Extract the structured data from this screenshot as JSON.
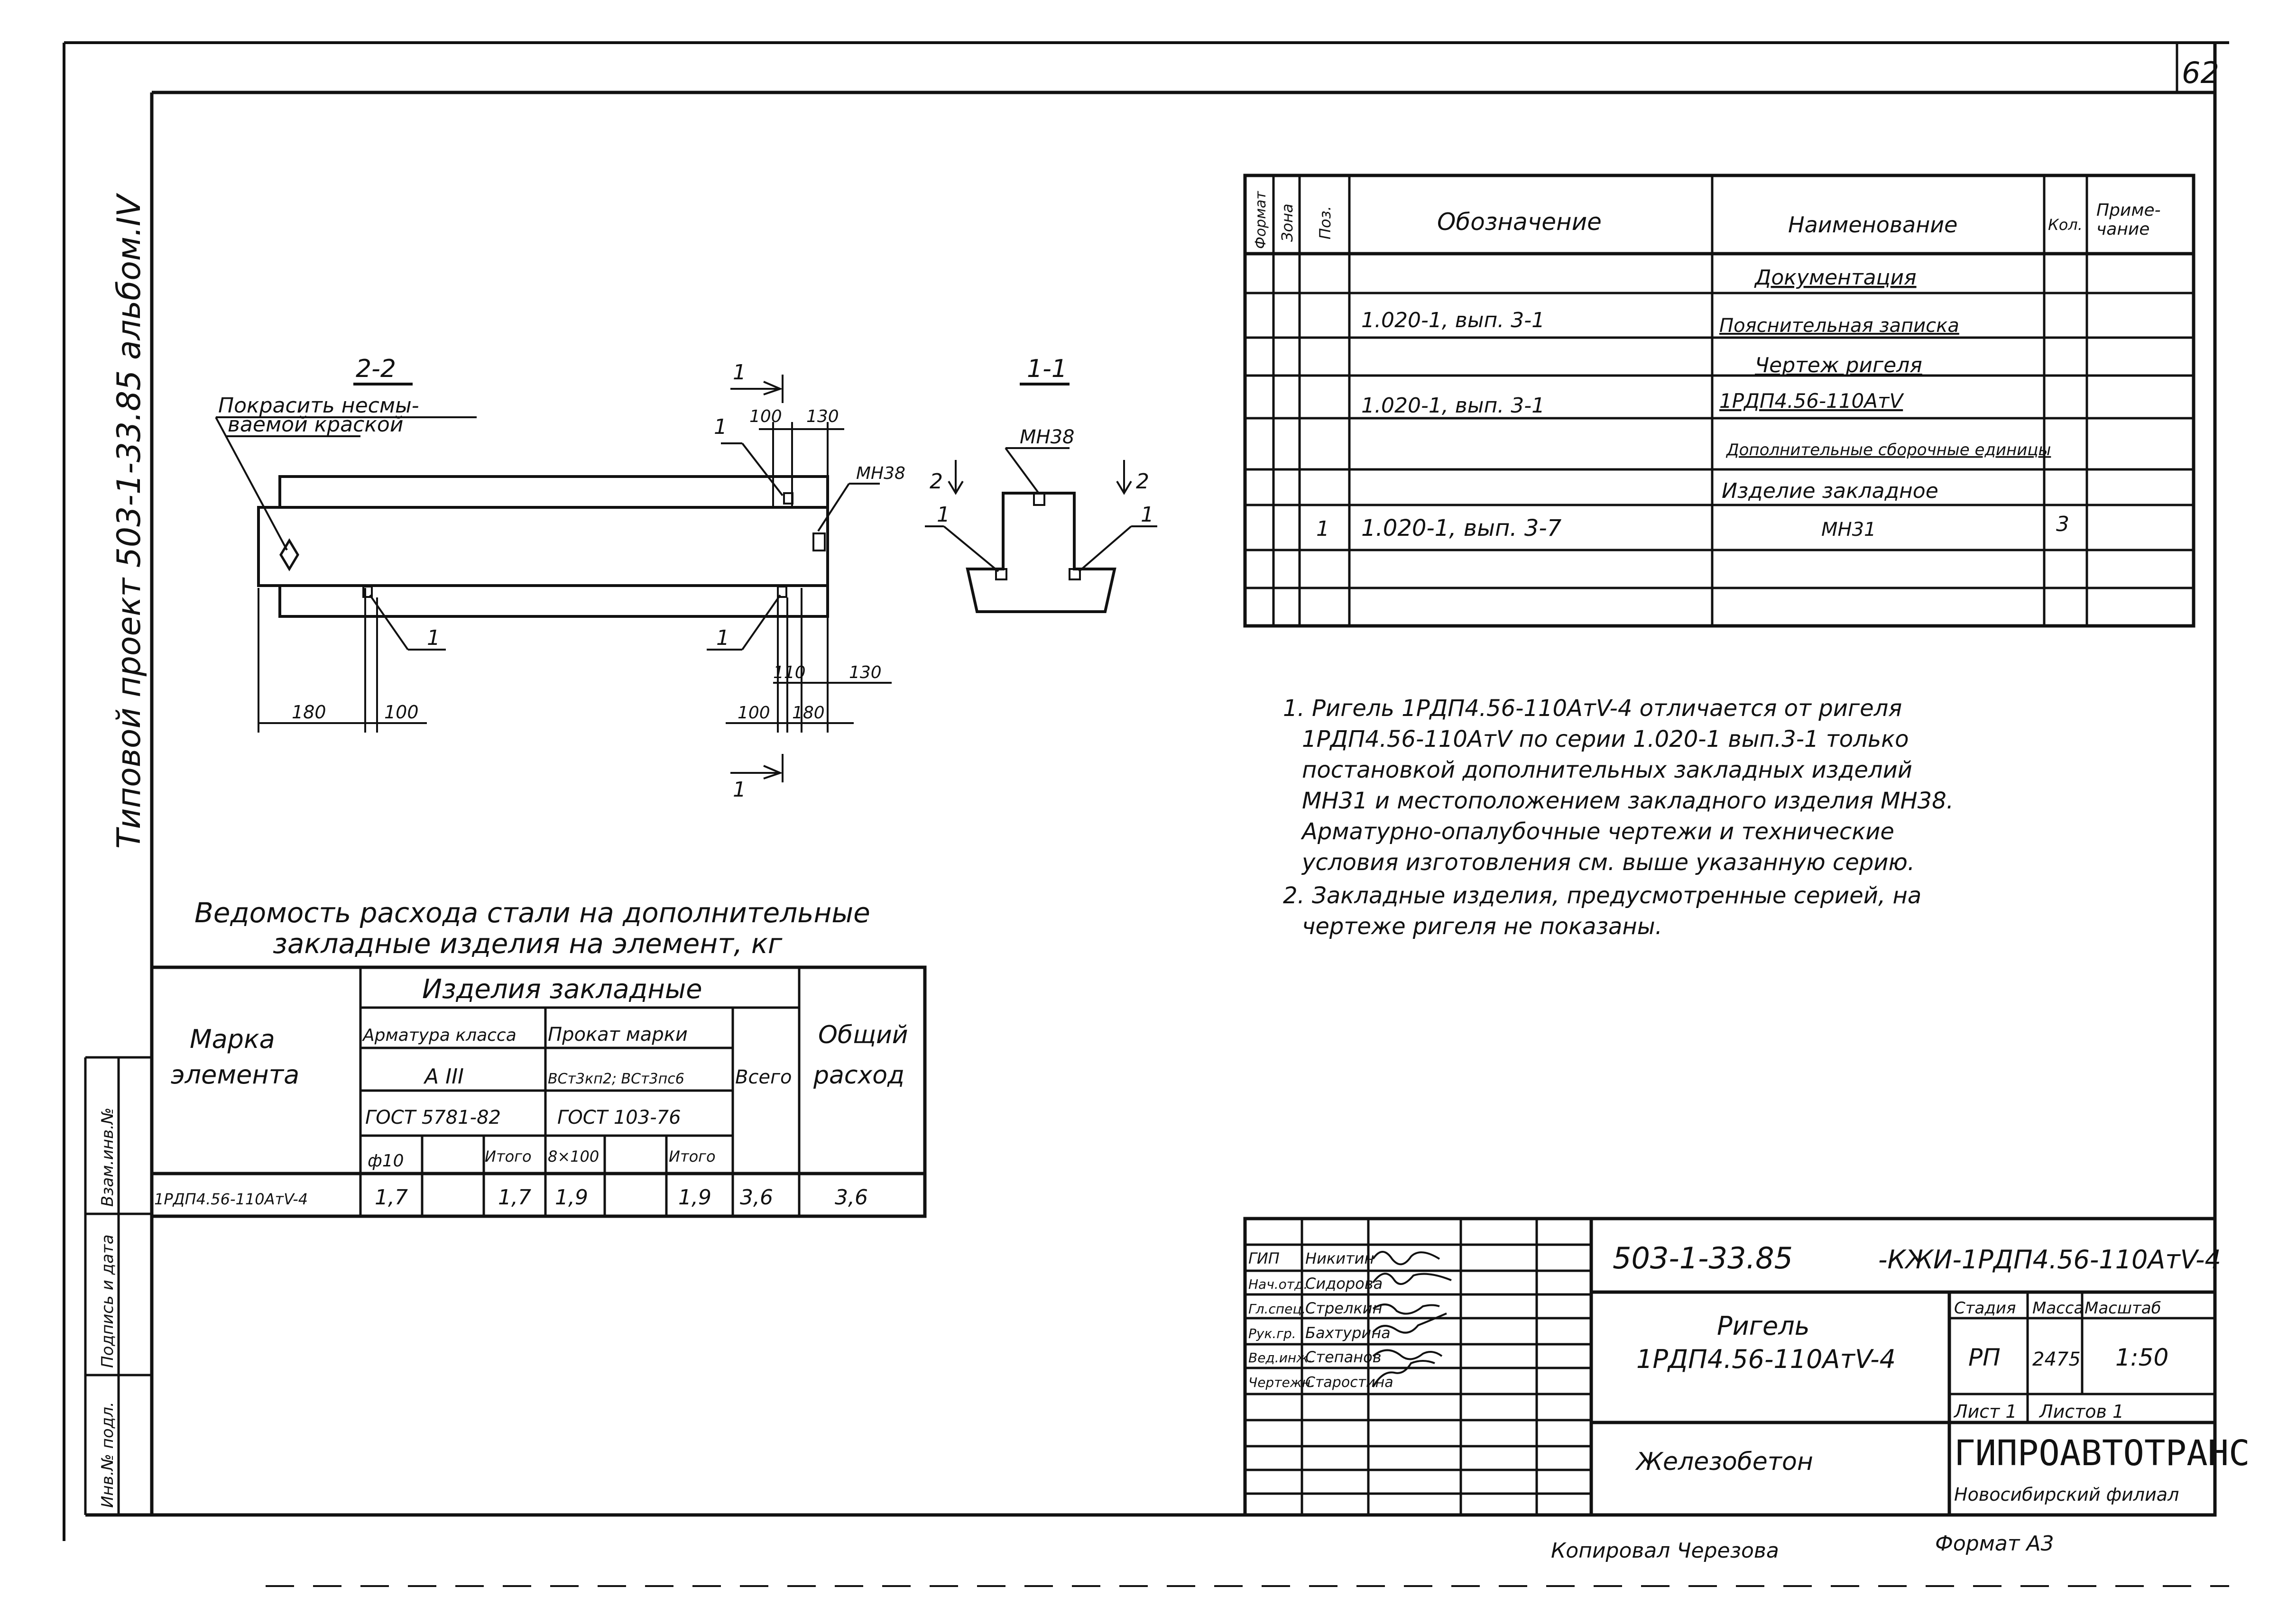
{
  "sheet_number": "62",
  "side_label": "Типовой проект 503-1-33.85 альбом.IV",
  "section_2_2": {
    "title": "2-2",
    "paint_note_line1": "Покрасить несмы-",
    "paint_note_line2": "ваемой краской",
    "dim_100_top": "100",
    "dim_130_top": "130",
    "dim_180_left": "180",
    "dim_100_left": "100",
    "dim_110": "110",
    "dim_130_right": "130",
    "dim_100_bottom": "100",
    "dim_180_bottom": "180",
    "mark_mn38": "МН38",
    "pos_1": "1",
    "cut_1": "1"
  },
  "section_1_1": {
    "title": "1-1",
    "mark_mn38": "МН38",
    "cut_2": "2",
    "pos_1": "1"
  },
  "spec_table": {
    "headers": {
      "format": "Формат",
      "zone": "Зона",
      "pos": "Поз.",
      "designation": "Обозначение",
      "name": "Наименование",
      "qty": "Кол.",
      "note_line1": "Приме-",
      "note_line2": "чание"
    },
    "rows": [
      {
        "pos": "",
        "designation": "",
        "name": "Документация",
        "qty": ""
      },
      {
        "pos": "",
        "designation": "1.020-1, вып. 3-1",
        "name": "Пояснительная записка",
        "qty": ""
      },
      {
        "pos": "",
        "designation": "",
        "name": "Чертеж ригеля",
        "qty": ""
      },
      {
        "pos": "",
        "designation": "1.020-1, вып. 3-1",
        "name": "1РДП4.56-110АтV",
        "qty": ""
      },
      {
        "pos": "",
        "designation": "",
        "name": "Дополнительные сборочные единицы",
        "qty": ""
      },
      {
        "pos": "",
        "designation": "",
        "name": "Изделие закладное",
        "qty": ""
      },
      {
        "pos": "1",
        "designation": "1.020-1, вып. 3-7",
        "name": "МН31",
        "qty": "3"
      },
      {
        "pos": "",
        "designation": "",
        "name": "",
        "qty": ""
      }
    ]
  },
  "notes": [
    "1. Ригель 1РДП4.56-110АтV-4 отличается от ригеля",
    "1РДП4.56-110АтV по серии 1.020-1 вып.3-1 только",
    "постановкой дополнительных закладных изделий",
    "МН31 и местоположением закладного изделия МН38.",
    "Арматурно-опалубочные чертежи и технические",
    "условия изготовления см. выше указанную серию.",
    "2. Закладные изделия, предусмотренные серией, на",
    "чертеже ригеля не показаны."
  ],
  "steel_table": {
    "title_line1": "Ведомость расхода стали на дополнительные",
    "title_line2": "закладные изделия на элемент, кг",
    "h_mark_line1": "Марка",
    "h_mark_line2": "элемента",
    "h_items": "Изделия закладные",
    "h_rebar": "Арматура класса",
    "h_rebar_class": "А III",
    "h_rebar_gost": "ГОСТ 5781-82",
    "h_rolled": "Прокат марки",
    "h_rolled_grade": "ВСт3кп2; ВСт3пс6",
    "h_rolled_gost": "ГОСТ 103-76",
    "h_total": "Всего",
    "h_overall_line1": "Общий",
    "h_overall_line2": "расход",
    "h_d10": "ф10",
    "h_itogo1": "Итого",
    "h_size": "8×100",
    "h_itogo2": "Итого",
    "row": {
      "mark": "1РДП4.56-110АтV-4",
      "d10": "1,7",
      "blank1": "",
      "itogo1": "1,7",
      "size": "1,9",
      "blank2": "",
      "itogo2": "1,9",
      "total": "3,6",
      "overall": "3,6"
    }
  },
  "side_stamp": {
    "inv_podl": "Инв.№ подл.",
    "podpis": "Подпись и дата",
    "vzam": "Взам.инв.№"
  },
  "title_block": {
    "code": "503-1-33.85",
    "doc_code": "-КЖИ-1РДП4.56-110АтV-4",
    "roles": [
      "ГИП",
      "Нач.отд.",
      "Гл.спец.",
      "Рук.гр.",
      "Вед.инж.",
      "Чертежн."
    ],
    "names": [
      "Никитин",
      "Сидорова",
      "Стрелкин",
      "Бахтурина",
      "Степанов",
      "Старостина"
    ],
    "item_name_line1": "Ригель",
    "item_name_line2": "1РДП4.56-110АтV-4",
    "h_stage": "Стадия",
    "h_mass": "Масса",
    "h_scale": "Масштаб",
    "stage": "РП",
    "mass": "2475",
    "scale": "1:50",
    "sheet": "Лист 1",
    "sheets": "Листов 1",
    "material": "Железобетон",
    "org": "ГИПРОАВТОТРАНС",
    "org_branch": "Новосибирский филиал"
  },
  "footer": {
    "copied": "Копировал Черезова",
    "format": "Формат А3"
  }
}
